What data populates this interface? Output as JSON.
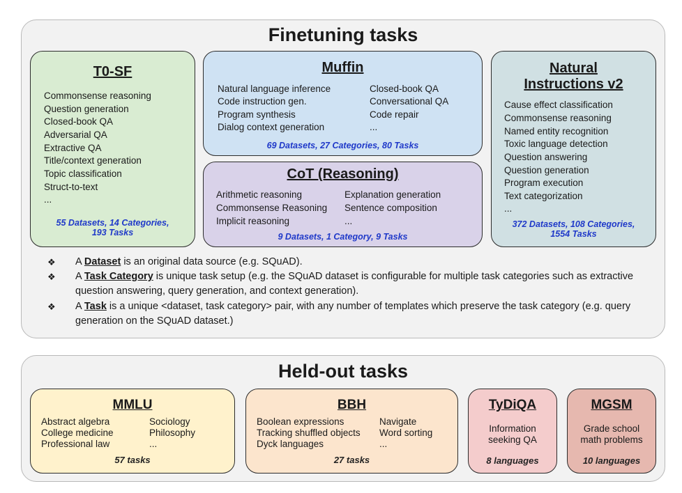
{
  "finetuning": {
    "title": "Finetuning tasks",
    "t0sf": {
      "title": "T0-SF",
      "items": [
        "Commonsense reasoning",
        "Question generation",
        "Closed-book QA",
        "Adversarial QA",
        "Extractive QA",
        "Title/context generation",
        "Topic classification",
        "Struct-to-text",
        "..."
      ],
      "stats": [
        "55 Datasets, 14 Categories,",
        "193 Tasks"
      ],
      "color": "#d9ecd2"
    },
    "muffin": {
      "title": "Muffin",
      "items_left": [
        "Natural language inference",
        "Code instruction gen.",
        "Program synthesis",
        "Dialog context generation"
      ],
      "items_right": [
        "Closed-book QA",
        "Conversational QA",
        "Code repair",
        "..."
      ],
      "stats": "69 Datasets, 27 Categories, 80 Tasks",
      "color": "#cfe2f3"
    },
    "cot": {
      "title": "CoT (Reasoning)",
      "items_left": [
        "Arithmetic reasoning",
        "Commonsense Reasoning",
        "Implicit reasoning"
      ],
      "items_right": [
        "Explanation generation",
        "Sentence composition",
        "..."
      ],
      "stats": "9 Datasets, 1 Category, 9 Tasks",
      "color": "#d9d2e9"
    },
    "niv2": {
      "title_line1": "Natural",
      "title_line2": "Instructions v2",
      "items": [
        "Cause effect classification",
        "Commonsense reasoning",
        "Named entity recognition",
        "Toxic language detection",
        "Question answering",
        "Question generation",
        "Program execution",
        "Text categorization",
        "..."
      ],
      "stats": [
        "372 Datasets, 108 Categories,",
        "1554 Tasks"
      ],
      "color": "#d0e0e3"
    },
    "definitions": {
      "bullet": "❖",
      "d1": {
        "prefix": "A ",
        "term": "Dataset",
        "rest": " is an original data source (e.g. SQuAD)."
      },
      "d2": {
        "prefix": "A ",
        "term": "Task Category",
        "rest": " is unique task setup (e.g. the SQuAD dataset is configurable for multiple task categories such as extractive question answering, query generation, and context generation)."
      },
      "d3": {
        "prefix": "A ",
        "term": "Task",
        "rest": " is a unique <dataset, task category> pair, with any number of templates which preserve the task category (e.g. query generation on the SQuAD dataset.)"
      }
    }
  },
  "heldout": {
    "title": "Held-out tasks",
    "mmlu": {
      "title": "MMLU",
      "items_left": [
        "Abstract algebra",
        "College medicine",
        "Professional law"
      ],
      "items_right": [
        "Sociology",
        "Philosophy",
        "..."
      ],
      "stats": "57 tasks",
      "color": "#fff2cc"
    },
    "bbh": {
      "title": "BBH",
      "items_left": [
        "Boolean expressions",
        "Tracking shuffled objects",
        "Dyck languages"
      ],
      "items_right": [
        "Navigate",
        "Word sorting",
        "..."
      ],
      "stats": "27 tasks",
      "color": "#fce5cd"
    },
    "tydiqa": {
      "title": "TyDiQA",
      "lines": [
        "Information",
        "seeking QA"
      ],
      "stats": "8 languages",
      "color": "#f4cccc"
    },
    "mgsm": {
      "title": "MGSM",
      "lines": [
        "Grade school",
        "math problems"
      ],
      "stats": "10 languages",
      "color": "#e6b8af"
    }
  }
}
